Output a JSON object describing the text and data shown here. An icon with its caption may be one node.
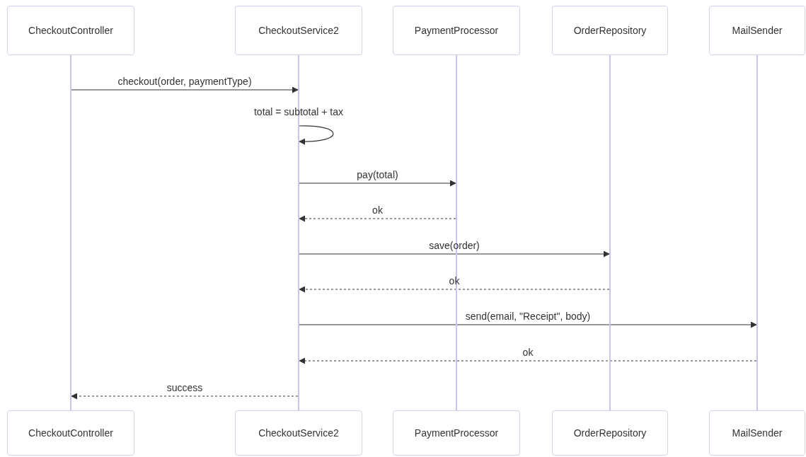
{
  "diagram": {
    "nodes": [
      {
        "text": [
          "CheckoutController"
        ]
      },
      {
        "text": [
          "CheckoutService2"
        ]
      },
      {
        "text": [
          "PaymentProcessor"
        ]
      },
      {
        "text": [
          "OrderRepository"
        ]
      },
      {
        "text": [
          "MailSender"
        ]
      },
      {
        "text": [],
        "shape": "line"
      },
      {
        "text": [],
        "shape": "line"
      },
      {
        "text": [],
        "shape": "line"
      },
      {
        "text": [],
        "shape": "line"
      },
      {
        "text": [],
        "shape": "line"
      },
      {
        "text": [
          "CheckoutController"
        ]
      },
      {
        "text": [
          "CheckoutService2"
        ]
      },
      {
        "text": [
          "PaymentProcessor"
        ]
      },
      {
        "text": [
          "OrderRepository"
        ]
      },
      {
        "text": [
          "MailSender"
        ]
      }
    ],
    "edges": [
      {
        "from": 5,
        "to": 6,
        "arrow": "to",
        "label": "checkout(order, paymentType)"
      },
      {
        "from": 6,
        "to": 6,
        "arrow": "to",
        "label": "total = subtotal + tax"
      },
      {
        "from": 6,
        "to": 7,
        "arrow": "to",
        "label": "pay(total)"
      },
      {
        "from": 7,
        "to": 6,
        "arrow": "to",
        "label": "ok",
        "style": "dashed"
      },
      {
        "from": 6,
        "to": 8,
        "arrow": "to",
        "label": "save(order)"
      },
      {
        "from": 8,
        "to": 6,
        "arrow": "to",
        "label": "ok",
        "style": "dashed"
      },
      {
        "from": 6,
        "to": 9,
        "arrow": "to",
        "label": "send(email, \"Receipt\", body)"
      },
      {
        "from": 9,
        "to": 6,
        "arrow": "to",
        "label": "ok",
        "style": "dashed"
      },
      {
        "from": 6,
        "to": 5,
        "arrow": "to",
        "label": "success",
        "style": "dashed"
      }
    ]
  }
}
